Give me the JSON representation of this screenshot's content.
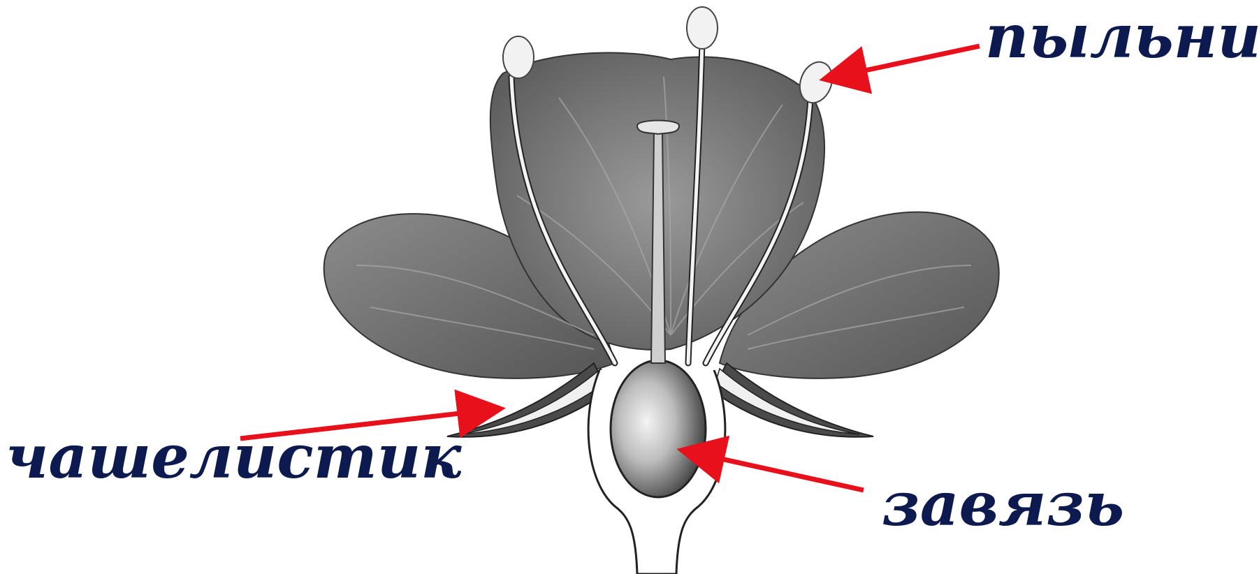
{
  "labels": {
    "anther": "пыльник",
    "sepal": "чашелистик",
    "ovary": "завязь"
  },
  "colors": {
    "label_text": "#0d1a4f",
    "arrow": "#e8101a",
    "petal": "#7c7c7c",
    "petal_dark": "#555555",
    "outline": "#222222",
    "filament": "#f3f3f3"
  },
  "icons": {
    "arrows": "red-pointer-arrow"
  }
}
